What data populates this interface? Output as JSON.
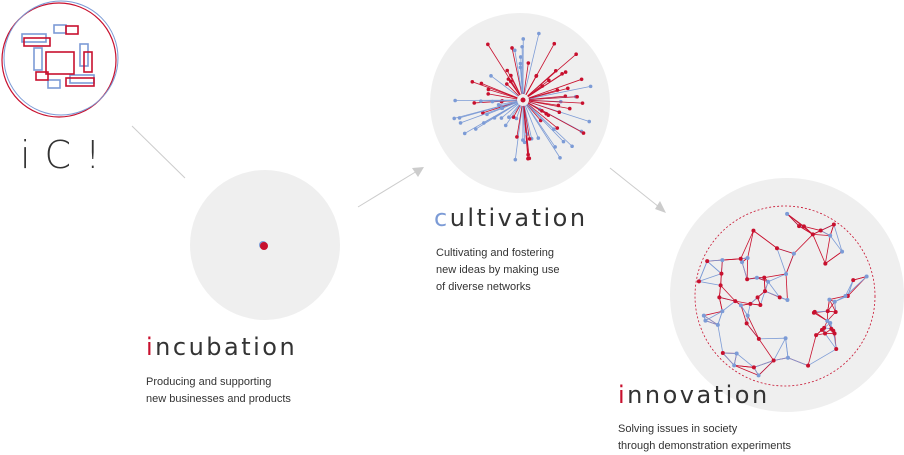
{
  "logo": {
    "text": "iC!"
  },
  "stages": [
    {
      "id": "incubation",
      "initial": "i",
      "rest": "ncubation",
      "initial_color": "#c8102e",
      "desc_line1": "Producing and supporting",
      "desc_line2": "new businesses and products"
    },
    {
      "id": "cultivation",
      "initial": "c",
      "rest": "ultivation",
      "initial_color": "#7c9bd6",
      "desc_line1": "Cultivating and fostering",
      "desc_line2": "new ideas by making use",
      "desc_line3": "of diverse networks"
    },
    {
      "id": "innovation",
      "initial": "i",
      "rest": "nnovation",
      "initial_color": "#c8102e",
      "desc_line1": "Solving issues in society",
      "desc_line2": "through demonstration experiments"
    }
  ],
  "colors": {
    "red": "#c8102e",
    "blue": "#7c9bd6",
    "circle_bg": "#efefef",
    "arrow": "#cccccc"
  }
}
